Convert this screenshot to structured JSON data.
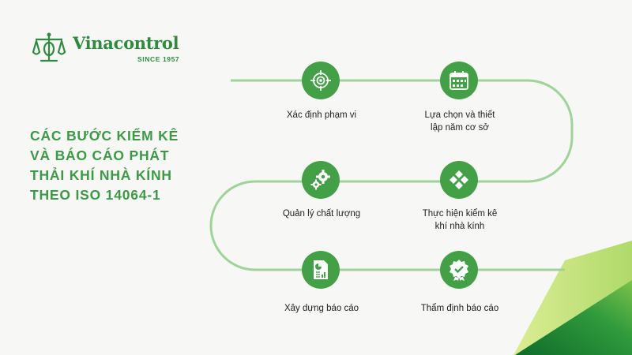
{
  "brand": {
    "name": "Vinacontrol",
    "since": "SINCE 1957",
    "accent": "#2e8b3e"
  },
  "title_lines": [
    "CÁC BƯỚC KIỂM KÊ",
    "VÀ BÁO CÁO PHÁT",
    "THẢI KHÍ NHÀ KÍNH",
    "THEO ISO 14064-1"
  ],
  "steps": [
    {
      "icon": "target-icon",
      "label_lines": [
        "Xác định phạm vi"
      ]
    },
    {
      "icon": "calendar-icon",
      "label_lines": [
        "Lựa chọn và thiết",
        "lập năm cơ sở"
      ]
    },
    {
      "icon": "gears-icon",
      "label_lines": [
        "Quản lý chất lượng"
      ]
    },
    {
      "icon": "diamond-grid-icon",
      "label_lines": [
        "Thực hiện kiểm kê",
        "khí nhà kính"
      ]
    },
    {
      "icon": "report-icon",
      "label_lines": [
        "Xây dựng báo cáo"
      ]
    },
    {
      "icon": "award-check-icon",
      "label_lines": [
        "Thẩm định báo cáo"
      ]
    }
  ],
  "colors": {
    "path": "#9fd39a",
    "icon_bg": "#43a047",
    "title": "#3b9a46",
    "corner_dark": "#1e7a2e",
    "corner_light": "#c8e26a"
  }
}
